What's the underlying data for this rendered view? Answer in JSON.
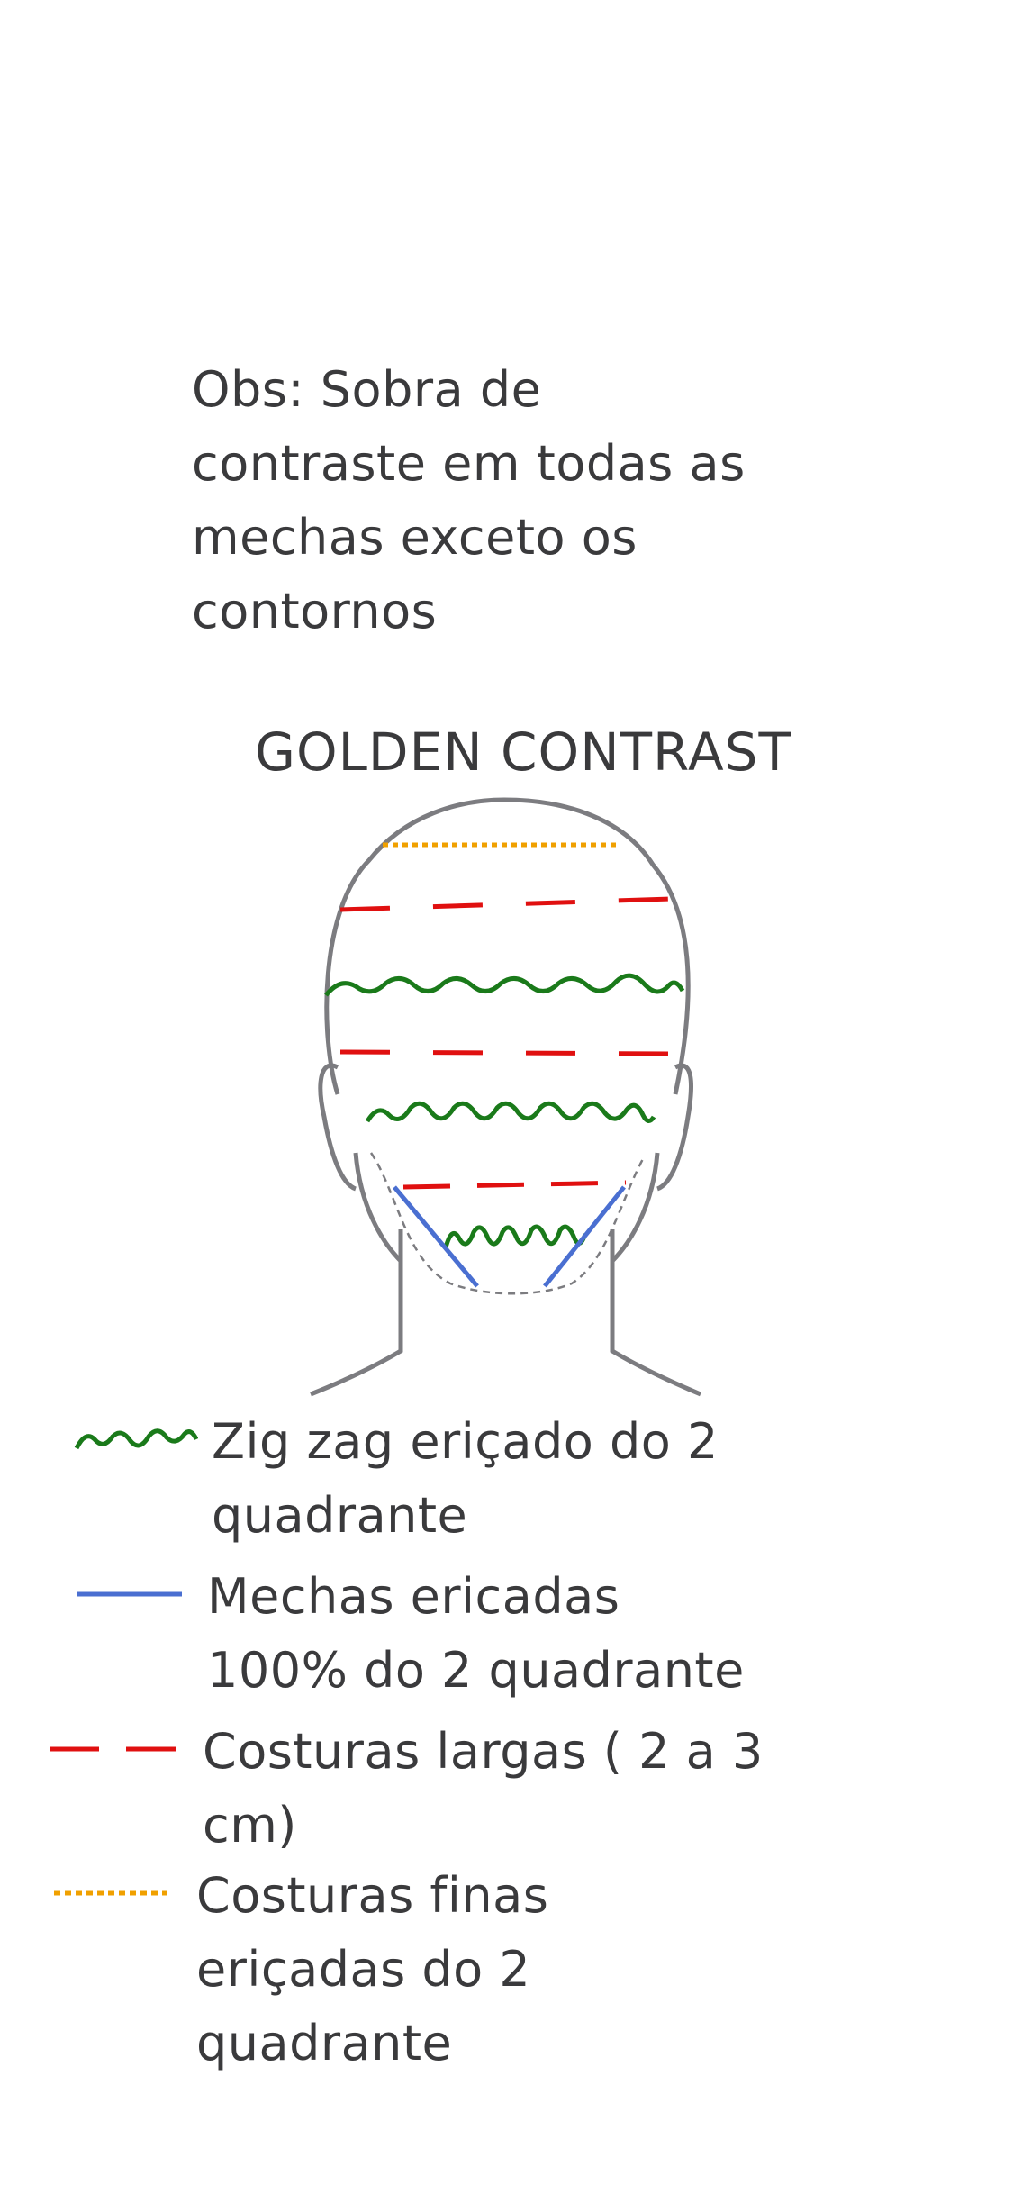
{
  "note": {
    "lines": [
      "Obs: Sobra de",
      "contraste em todas as",
      "mechas exceto os",
      "contornos"
    ]
  },
  "diagram": {
    "title": "GOLDEN CONTRAST"
  },
  "legend": [
    {
      "lines": [
        "Zig zag eriçado do 2",
        "quadrante"
      ],
      "style": "zigzag",
      "color": "#1a7a1a"
    },
    {
      "lines": [
        "Mechas ericadas",
        "100% do 2 quadrante"
      ],
      "style": "solid",
      "color": "#4a6fd1"
    },
    {
      "lines": [
        "Costuras largas ( 2 a 3",
        "cm)"
      ],
      "style": "dashed",
      "color": "#e01010"
    },
    {
      "lines": [
        "Costuras finas",
        "eriçadas do 2",
        "quadrante"
      ],
      "style": "dotted",
      "color": "#f0a000"
    }
  ]
}
